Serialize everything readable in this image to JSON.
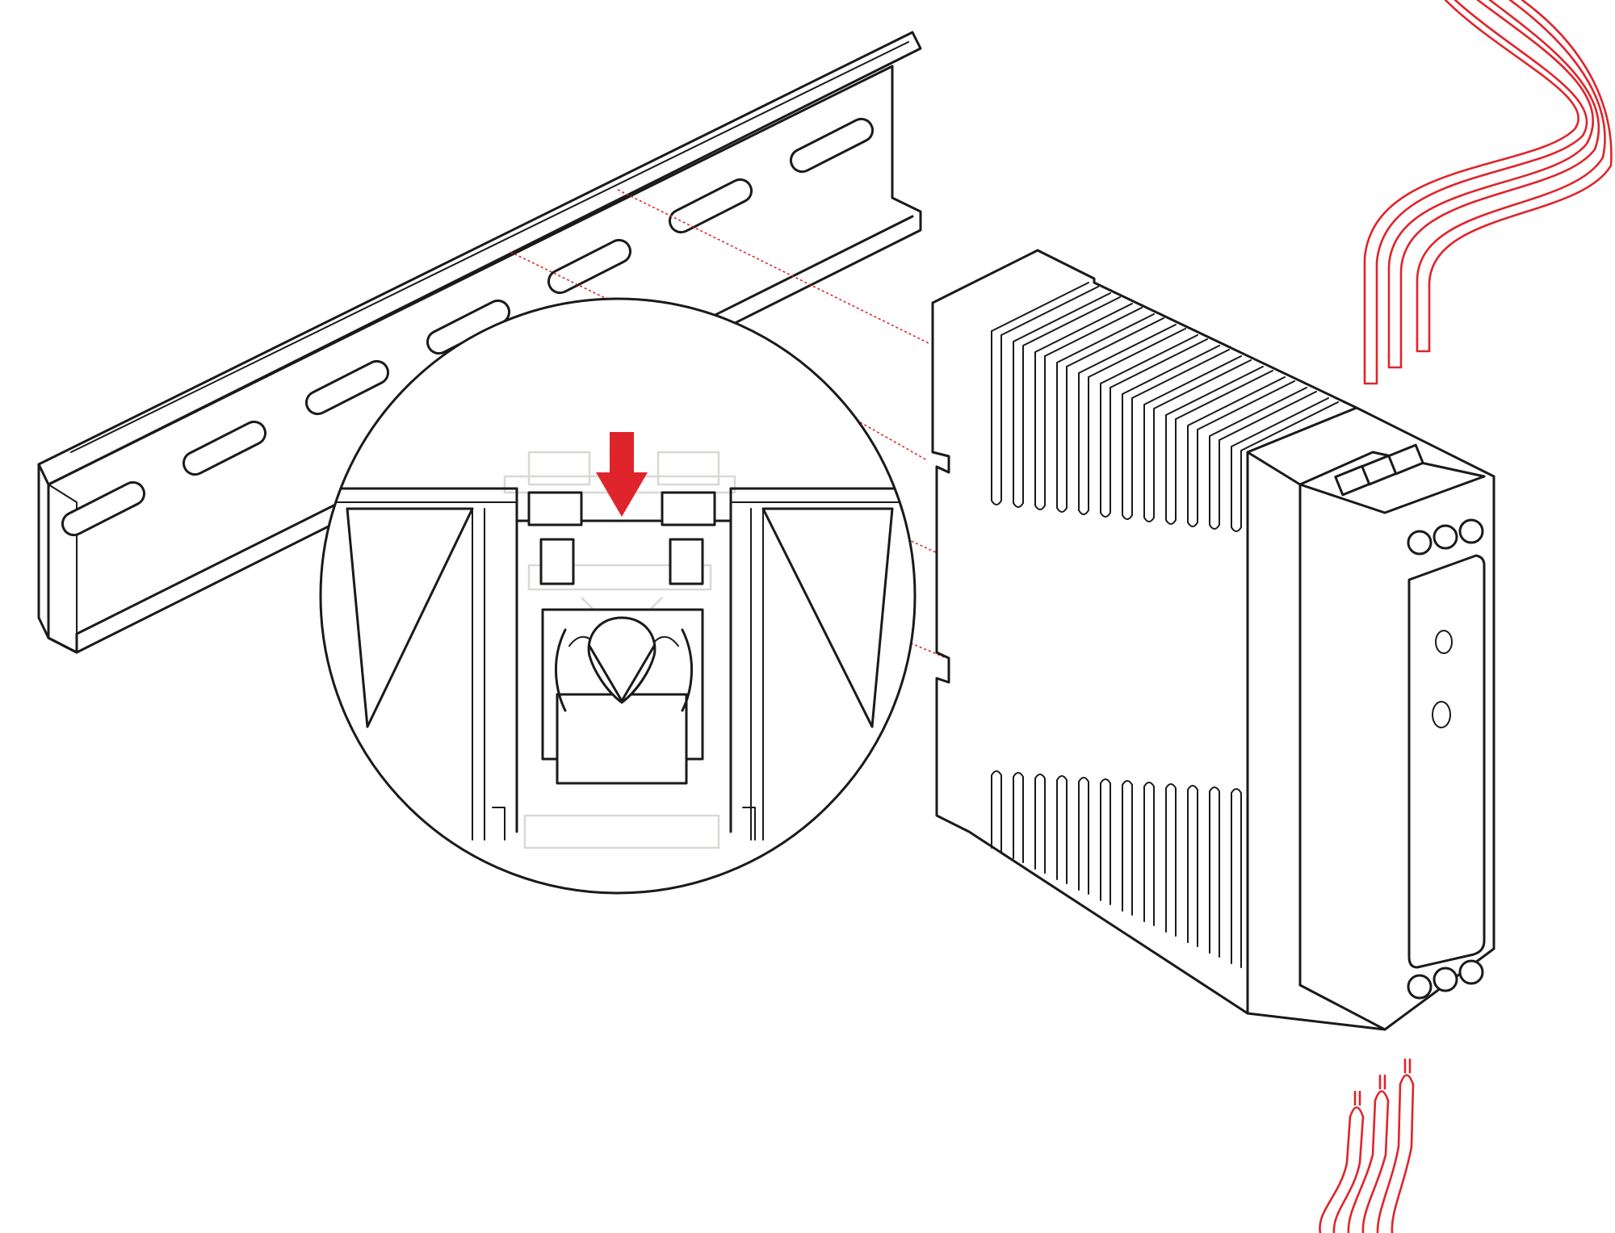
{
  "figure": {
    "kind": "DIN rail mounting diagram",
    "background_color": "#ffffff",
    "line_color": "#1a1a1a",
    "accent_color": "#e0242b",
    "ghost_color": "#d8d8d4"
  },
  "parts": {
    "rail": {
      "icon": "din-rail-icon",
      "slots": 7
    },
    "unit": {
      "icon": "power-supply-icon",
      "top_fins": 12,
      "bottom_fins": 12,
      "terminal_openings": 3,
      "top_screws": 3,
      "bottom_screws": 3,
      "leds": 2
    },
    "detail": {
      "icon": "magnified-clip-detail-icon",
      "arrow": "down-arrow-icon"
    },
    "wires": {
      "top_count": 3,
      "bottom_count": 3
    }
  }
}
